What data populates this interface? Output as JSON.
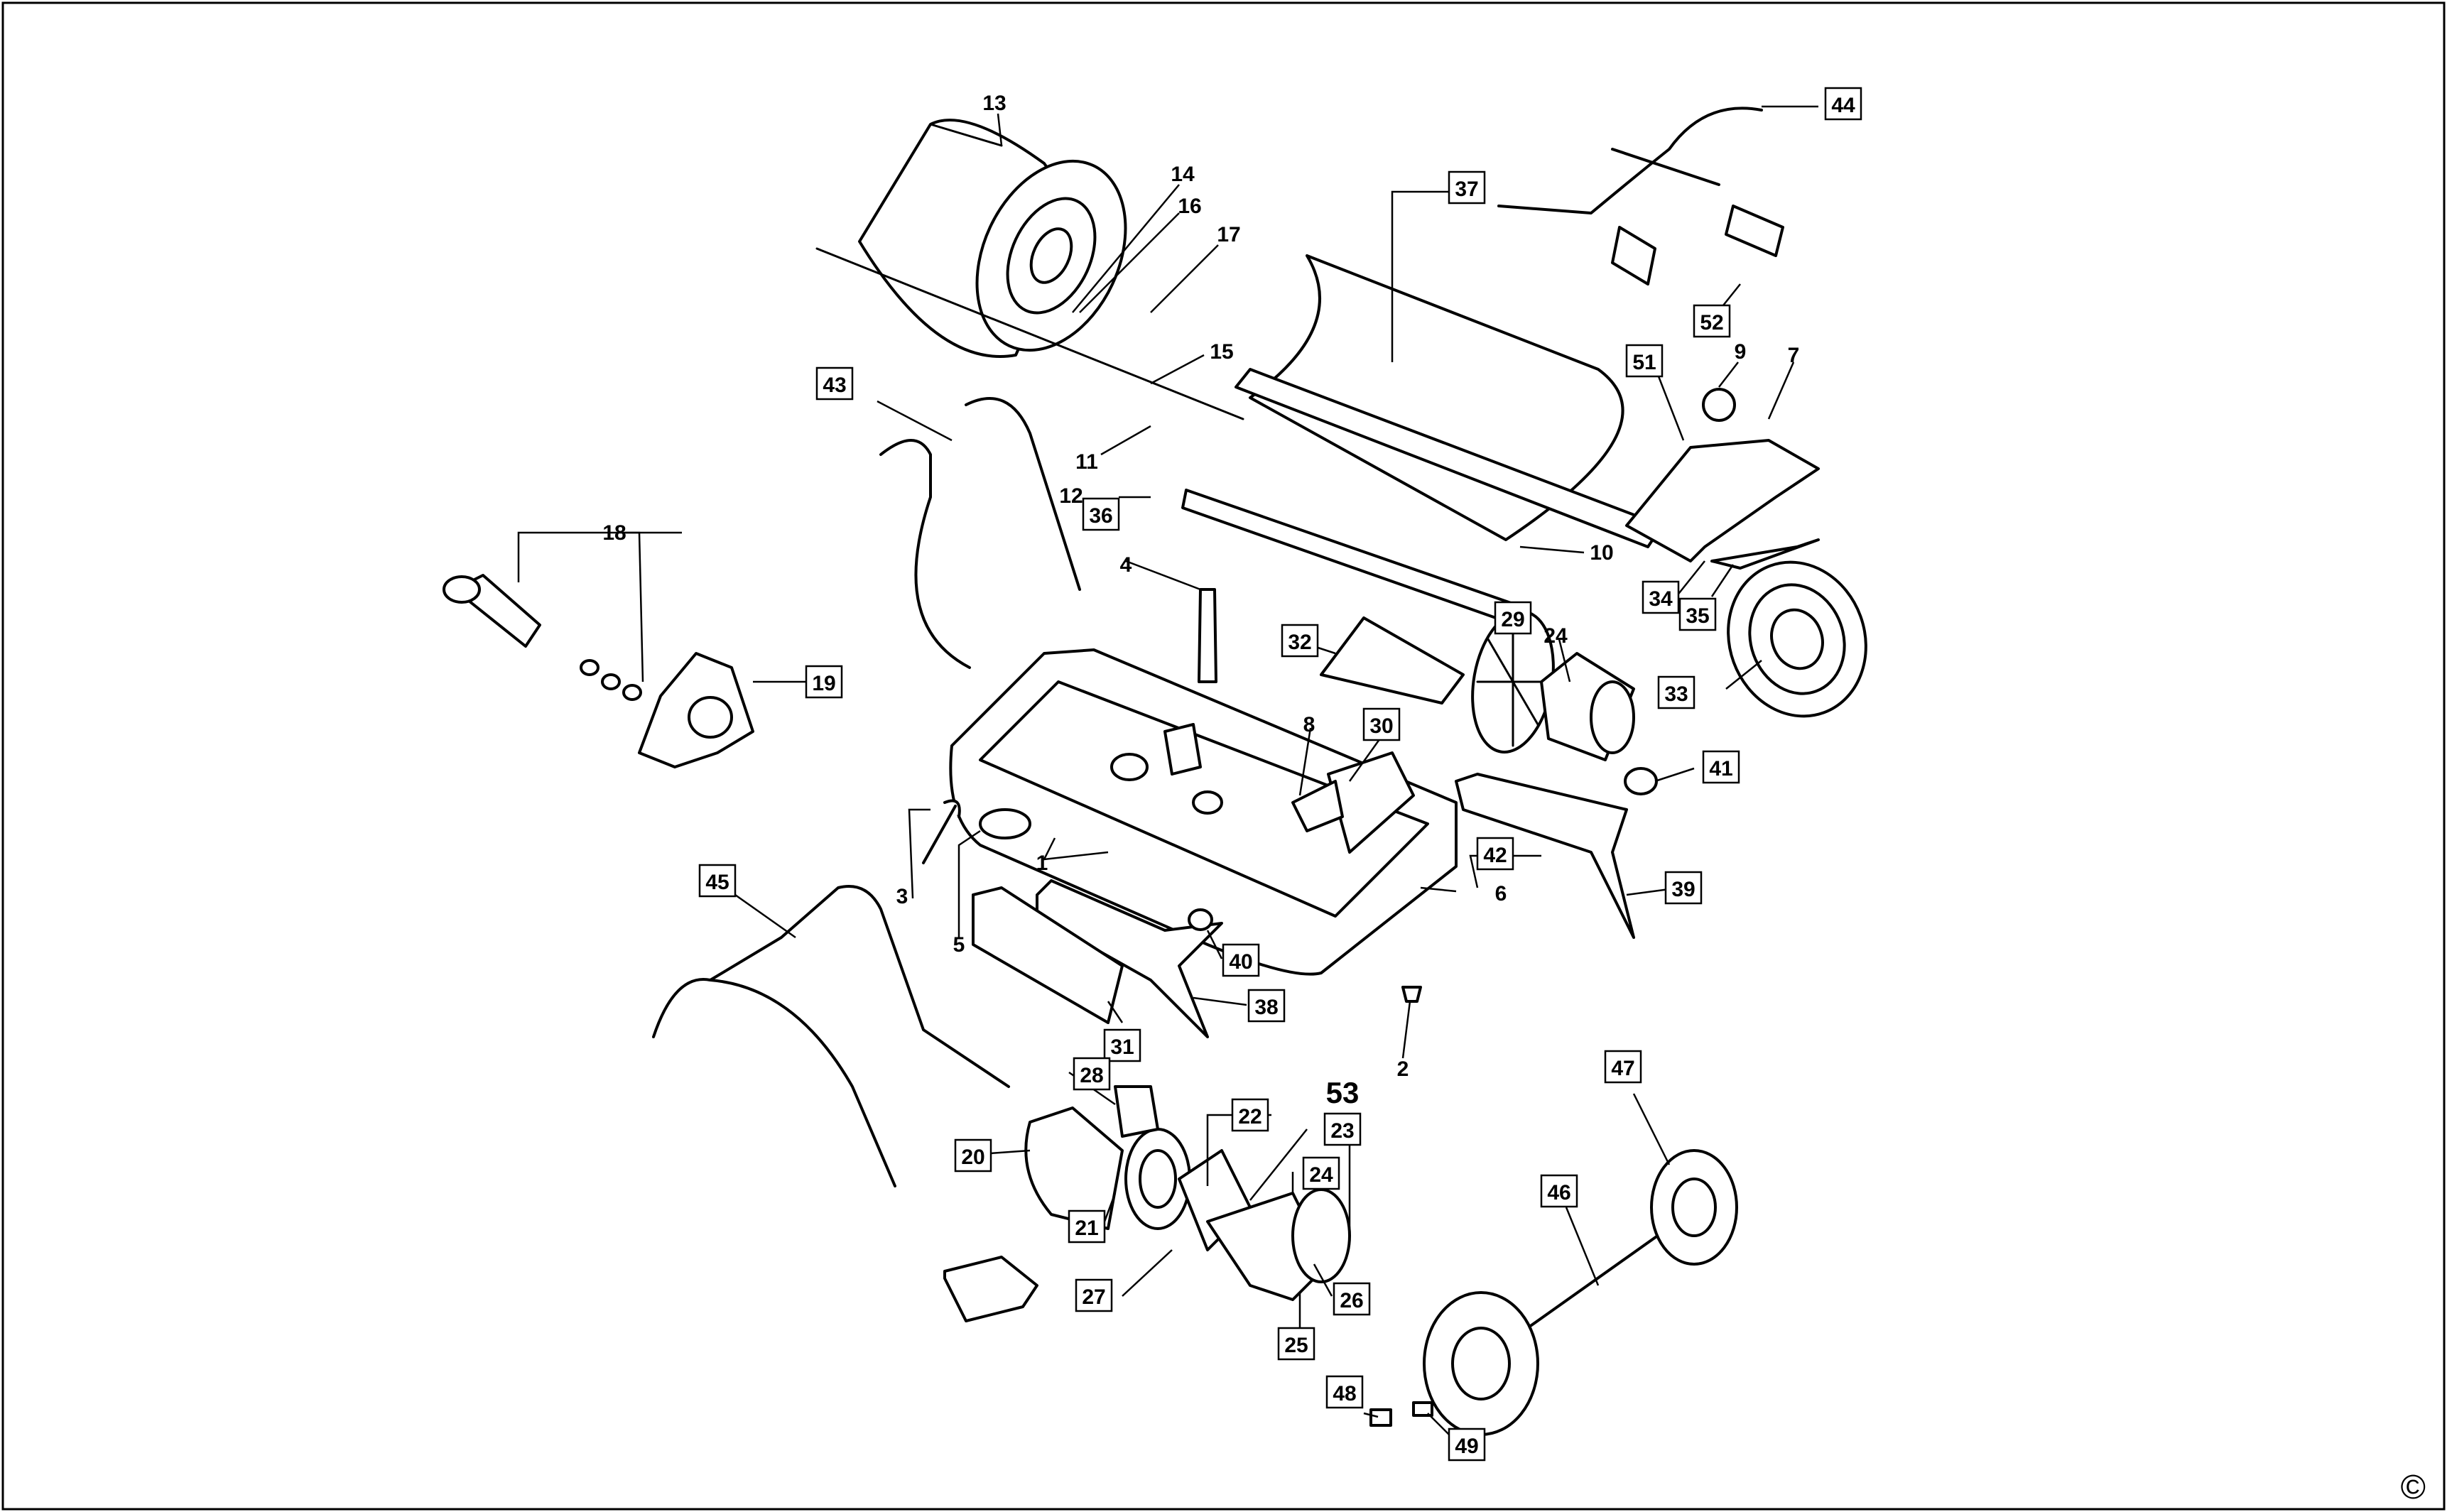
{
  "labels": {
    "n1": "1",
    "n2": "2",
    "n3": "3",
    "n4": "4",
    "n5": "5",
    "n6": "6",
    "n7": "7",
    "n8": "8",
    "n9": "9",
    "n10": "10",
    "n11": "11",
    "n12": "12",
    "n13": "13",
    "n14": "14",
    "n15": "15",
    "n16": "16",
    "n17": "17",
    "n18": "18",
    "n19": "19",
    "n20": "20",
    "n21": "21",
    "n22": "22",
    "n23": "23",
    "n24": "24",
    "n24b": "24",
    "n25": "25",
    "n26": "26",
    "n27": "27",
    "n28": "28",
    "n29": "29",
    "n30": "30",
    "n31": "31",
    "n32": "32",
    "n33": "33",
    "n34": "34",
    "n35": "35",
    "n36": "36",
    "n37": "37",
    "n38": "38",
    "n39": "39",
    "n40": "40",
    "n41": "41",
    "n42": "42",
    "n43": "43",
    "n44": "44",
    "n45": "45",
    "n46": "46",
    "n47": "47",
    "n48": "48",
    "n49": "49",
    "n51": "51",
    "n52": "52",
    "n53": "53"
  },
  "copyright": "©"
}
